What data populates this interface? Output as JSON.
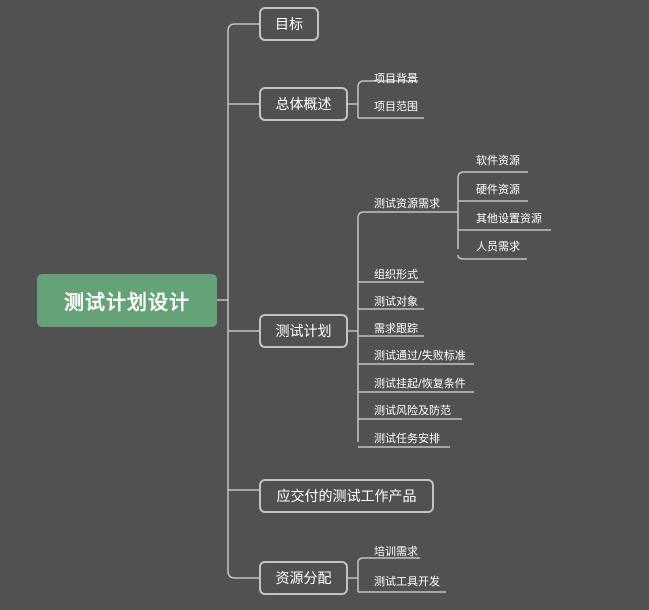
{
  "root": "测试计划设计",
  "branches": {
    "goal": "目标",
    "overview": {
      "label": "总体概述",
      "children": [
        "项目背景",
        "项目范围"
      ]
    },
    "test_plan": {
      "label": "测试计划",
      "resources": {
        "label": "测试资源需求",
        "children": [
          "软件资源",
          "硬件资源",
          "其他设置资源",
          "人员需求"
        ]
      },
      "children": [
        "组织形式",
        "测试对象",
        "需求跟踪",
        "测试通过/失败标准",
        "测试挂起/恢复条件",
        "测试风险及防范",
        "测试任务安排"
      ]
    },
    "deliverables": "应交付的测试工作产品",
    "allocation": {
      "label": "资源分配",
      "children": [
        "培训需求",
        "测试工具开发"
      ]
    }
  },
  "colors": {
    "background": "#515250",
    "root_fill": "#64a378",
    "line": "#c3c3c0",
    "text": "#ffffff"
  }
}
